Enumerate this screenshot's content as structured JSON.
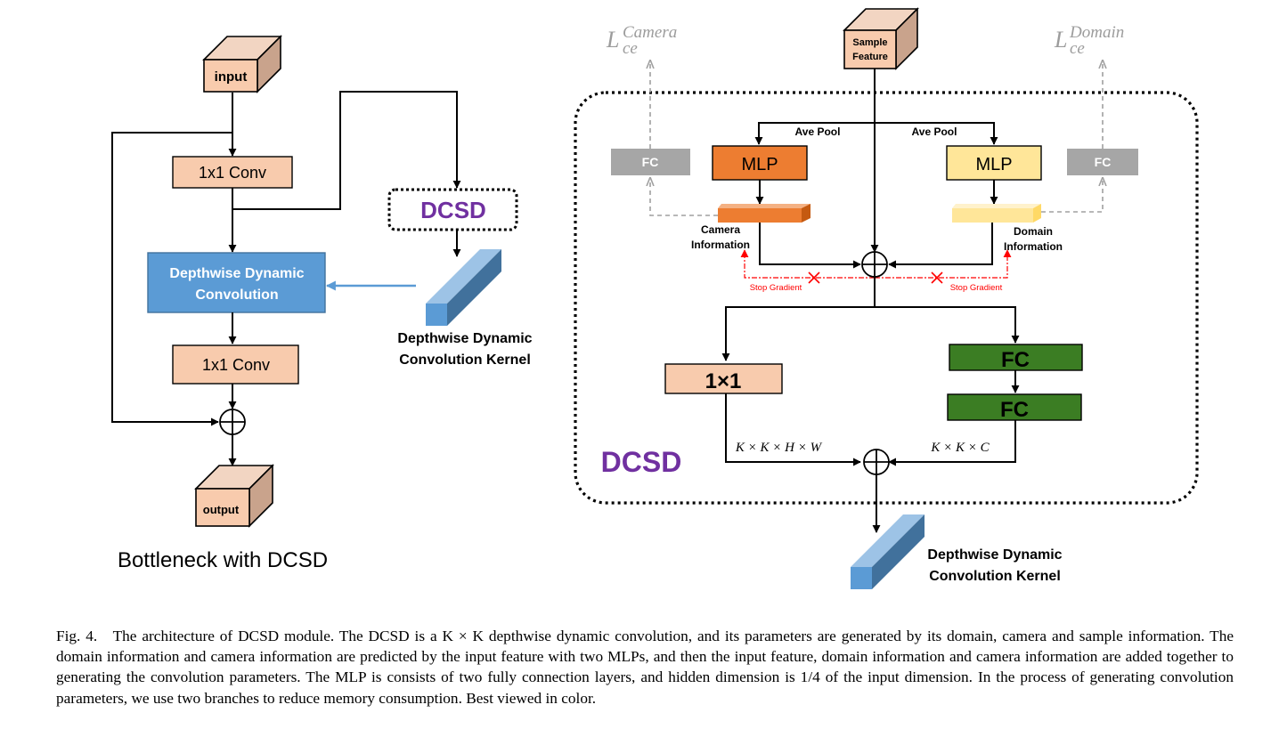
{
  "left": {
    "input_label": "input",
    "conv_top_label": "1x1 Conv",
    "depthwise_line1": "Depthwise Dynamic",
    "depthwise_line2": "Convolution",
    "conv_bottom_label": "1x1 Conv",
    "output_label": "output",
    "dcsd_box_label": "DCSD",
    "kernel_line1": "Depthwise Dynamic",
    "kernel_line2": "Convolution Kernel",
    "title": "Bottleneck with DCSD"
  },
  "right": {
    "loss_camera_main": "L",
    "loss_camera_sup": "Camera",
    "loss_camera_sub": "ce",
    "loss_domain_main": "L",
    "loss_domain_sup": "Domain",
    "loss_domain_sub": "ce",
    "sample_line1": "Sample",
    "sample_line2": "Feature",
    "ave_pool_left": "Ave Pool",
    "ave_pool_right": "Ave Pool",
    "fc_left": "FC",
    "fc_right": "FC",
    "mlp_left": "MLP",
    "mlp_right": "MLP",
    "camera_info_line1": "Camera",
    "camera_info_line2": "Information",
    "domain_info_line1": "Domain",
    "domain_info_line2": "Information",
    "stop_gradient_left": "Stop Gradient",
    "stop_gradient_right": "Stop Gradient",
    "conv1x1_label": "1×1",
    "fc_green_top": "FC",
    "fc_green_bottom": "FC",
    "dim_left": "K × K × H × W",
    "dim_right": "K × K × C",
    "module_label": "DCSD",
    "kernel_line1": "Depthwise Dynamic",
    "kernel_line2": "Convolution Kernel"
  },
  "caption": {
    "label": "Fig. 4.",
    "text": "The architecture of DCSD module. The DCSD is a K × K depthwise dynamic convolution, and its parameters are generated by its domain, camera and sample information. The domain information and camera information are predicted by the input feature with two MLPs, and then the input feature, domain information and camera information are added together to generating the convolution parameters. The MLP is consists of two fully connection layers, and hidden dimension is 1/4 of the input dimension. In the process of generating convolution parameters, we use two branches to reduce memory consumption. Best viewed in color."
  },
  "colors": {
    "peach": "#f8cbad",
    "blue": "#5b9bd5",
    "purple": "#7030a0",
    "orange": "#ed7d31",
    "yellow": "#ffe699",
    "gray": "#a6a6a6",
    "green": "#3b7d23",
    "red": "#ff0000",
    "cube_side": "#c9a38c"
  }
}
